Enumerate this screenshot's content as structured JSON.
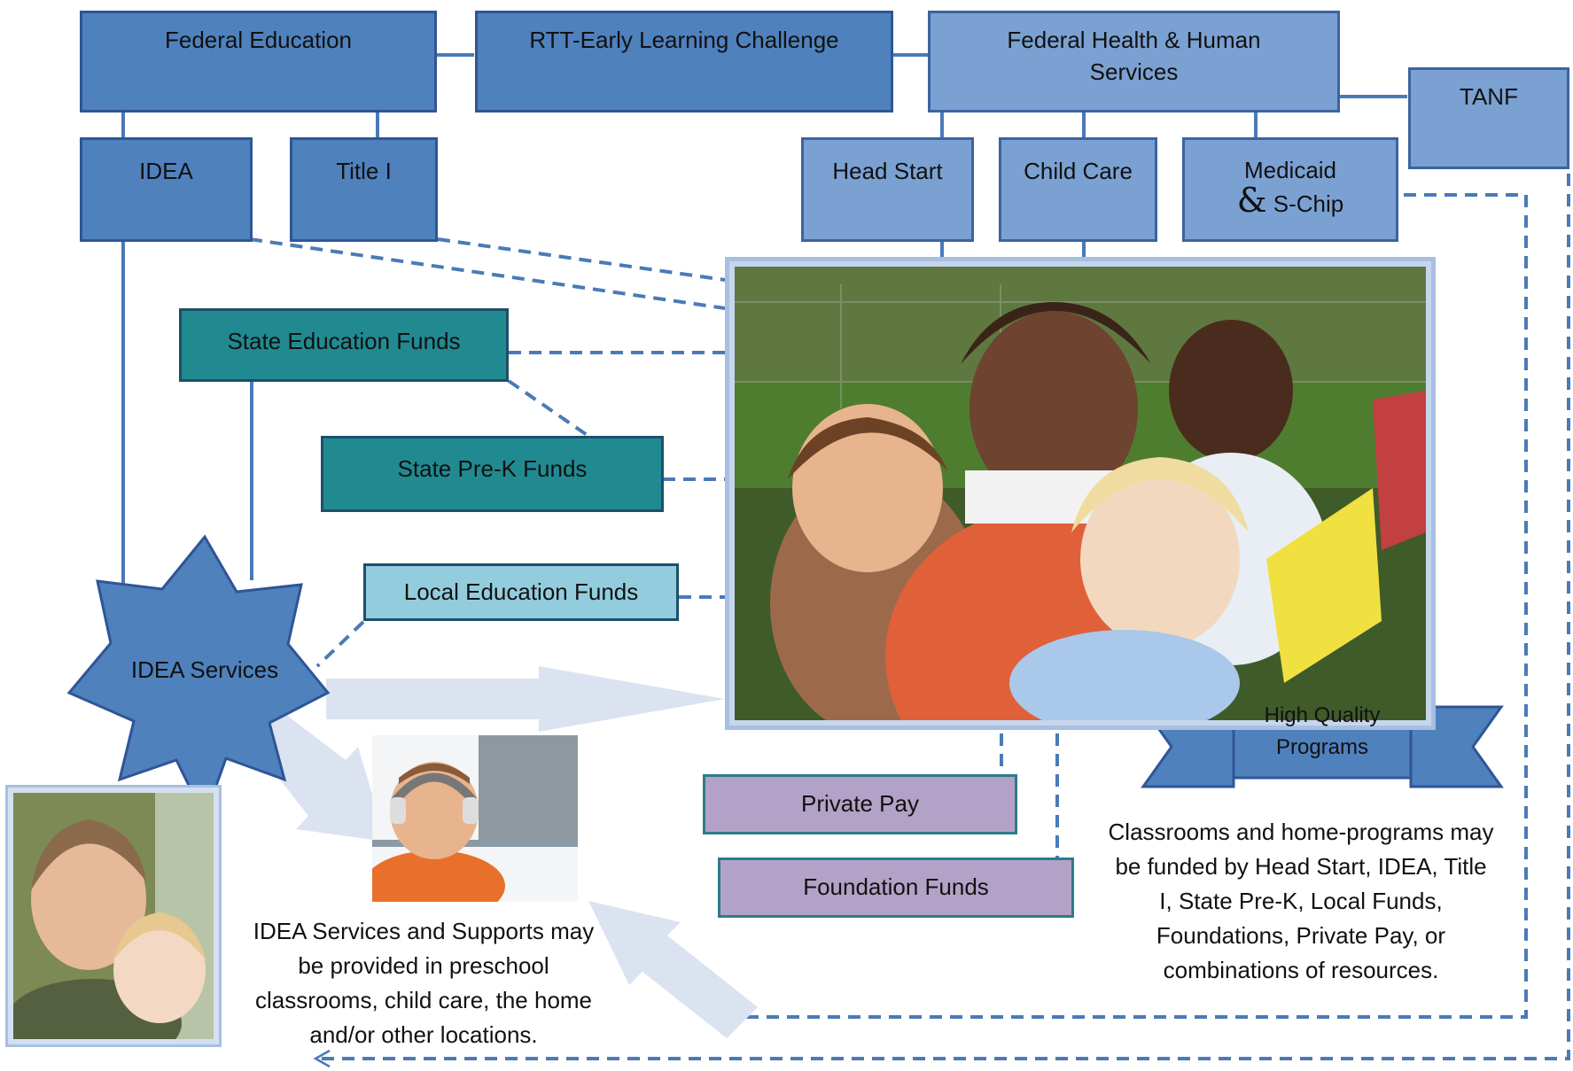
{
  "nodes": {
    "federal_education": "Federal Education",
    "rtt": "RTT-Early Learning Challenge",
    "hhs": "Federal Health & Human Services",
    "tanf": "TANF",
    "idea": "IDEA",
    "title1": "Title I",
    "head_start": "Head Start",
    "child_care": "Child Care",
    "medicaid_line1": "Medicaid",
    "medicaid_amp": "&",
    "medicaid_line2": "S-Chip",
    "state_ed": "State Education Funds",
    "state_prek": "State Pre-K Funds",
    "local_ed": "Local Education Funds",
    "idea_services": "IDEA Services",
    "private_pay": "Private Pay",
    "foundation": "Foundation Funds",
    "high_quality": "High Quality Programs"
  },
  "captions": {
    "idea_text": "IDEA Services and Supports may be provided in preschool classrooms, child care, the home and/or other locations.",
    "programs_text": "Classrooms and home-programs may be funded by Head Start, IDEA, Title I, State Pre-K, Local Funds, Foundations, Private Pay, or combinations of resources."
  },
  "colors": {
    "federal": "#4f81bd",
    "hhs": "#7aa1d2",
    "state": "#218a91",
    "local": "#93cddd",
    "private": "#b3a2c7",
    "line": "#4a7ab8",
    "arrow": "#dbe3f1"
  }
}
